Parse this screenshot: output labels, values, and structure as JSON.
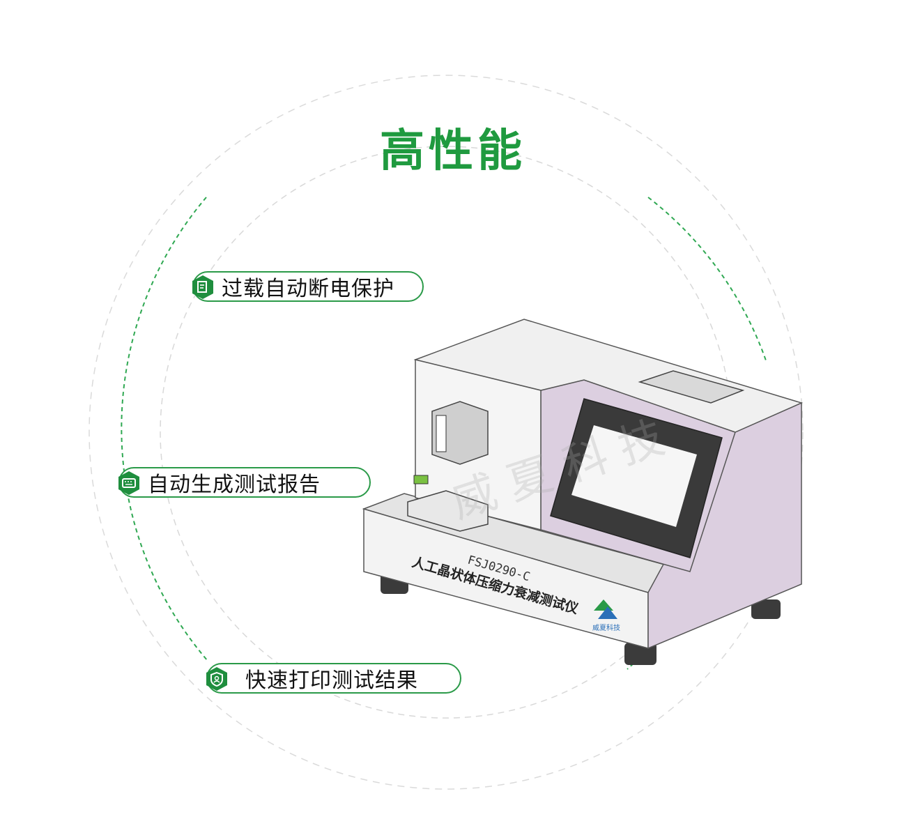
{
  "heading": "高性能",
  "features": [
    {
      "label": "过载自动断电保护",
      "icon": "document-check-icon"
    },
    {
      "label": "自动生成测试报告",
      "icon": "keyboard-icon"
    },
    {
      "label": "快速打印测试结果",
      "icon": "shield-user-icon"
    }
  ],
  "device": {
    "model": "FSJ0290-C",
    "name": "人工晶状体压缩力衰减测试仪",
    "brand": "威夏科技"
  },
  "watermark": "威夏科技",
  "colors": {
    "accent": "#1f9a3f",
    "body": "#f2f2f2",
    "panel": "#dccfe0"
  }
}
